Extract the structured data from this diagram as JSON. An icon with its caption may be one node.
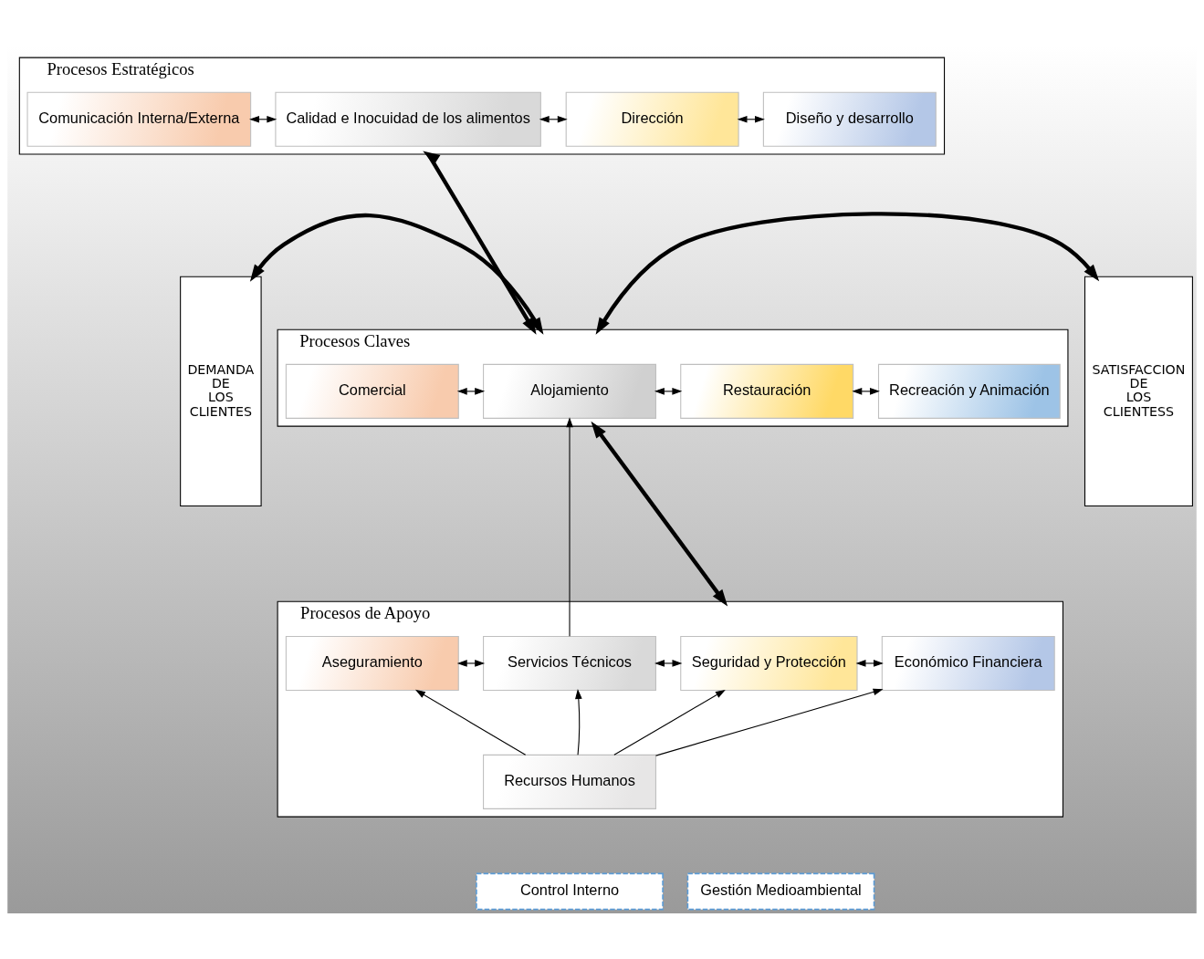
{
  "diagram": {
    "nodes": [
      {
        "text": [
          "DEMANDA DE LOS CLIENTES"
        ]
      },
      {
        "text": [
          "Procesos Estratégicos"
        ]
      },
      {
        "text": [
          "Comunicación Interna/Externa"
        ],
        "in": 1
      },
      {
        "text": [
          "Calidad e Inocuidad de los alimentos"
        ],
        "in": 1
      },
      {
        "text": [
          "Dirección"
        ],
        "in": 1
      },
      {
        "text": [
          "Diseño y desarrollo"
        ],
        "in": 1
      },
      {
        "text": [
          "Procesos Claves"
        ]
      },
      {
        "text": [
          "Comercial"
        ],
        "in": 6
      },
      {
        "text": [
          "Alojamiento"
        ],
        "in": 6
      },
      {
        "text": [
          "Restauración"
        ],
        "in": 6
      },
      {
        "text": [
          "Recreación y Animación"
        ],
        "in": 6
      },
      {
        "text": [
          "Procesos de Apoyo"
        ]
      },
      {
        "text": [
          "Aseguramiento"
        ],
        "in": 11
      },
      {
        "text": [
          "Servicios Técnicos"
        ],
        "in": 11
      },
      {
        "text": [
          "Seguridad y Protección"
        ],
        "in": 11
      },
      {
        "text": [
          "Económico Financiera"
        ],
        "in": 11
      },
      {
        "text": [
          "Recursos Humanos"
        ],
        "in": 11
      },
      {
        "text": [
          "Control Interno"
        ]
      },
      {
        "text": [
          "Gestión Medioambiental"
        ]
      },
      {
        "text": [
          "SATISFACCION DE LOS CLIENTESS"
        ]
      }
    ],
    "edges": [
      {
        "from": 2,
        "to": 3,
        "arrow": "both"
      },
      {
        "from": 3,
        "to": 4,
        "arrow": "both"
      },
      {
        "from": 4,
        "to": 5,
        "arrow": "both"
      },
      {
        "from": 1,
        "to": 6,
        "arrow": "both",
        "style": "thick"
      },
      {
        "from": 0,
        "to": 6,
        "arrow": "both",
        "style": "thick"
      },
      {
        "from": 7,
        "to": 8,
        "arrow": "both"
      },
      {
        "from": 8,
        "to": 9,
        "arrow": "both"
      },
      {
        "from": 9,
        "to": 10,
        "arrow": "both"
      },
      {
        "from": 6,
        "to": 19,
        "arrow": "both",
        "style": "thick"
      },
      {
        "from": 6,
        "to": 11,
        "arrow": "both",
        "style": "thick"
      },
      {
        "from": 12,
        "to": 13,
        "arrow": "both"
      },
      {
        "from": 13,
        "to": 14,
        "arrow": "both"
      },
      {
        "from": 14,
        "to": 15,
        "arrow": "both"
      },
      {
        "from": 13,
        "to": 8,
        "arrow": "to"
      },
      {
        "from": 16,
        "to": 12,
        "arrow": "to"
      },
      {
        "from": 16,
        "to": 13,
        "arrow": "to"
      },
      {
        "from": 16,
        "to": 14,
        "arrow": "to"
      },
      {
        "from": 16,
        "to": 15,
        "arrow": "to"
      }
    ]
  }
}
